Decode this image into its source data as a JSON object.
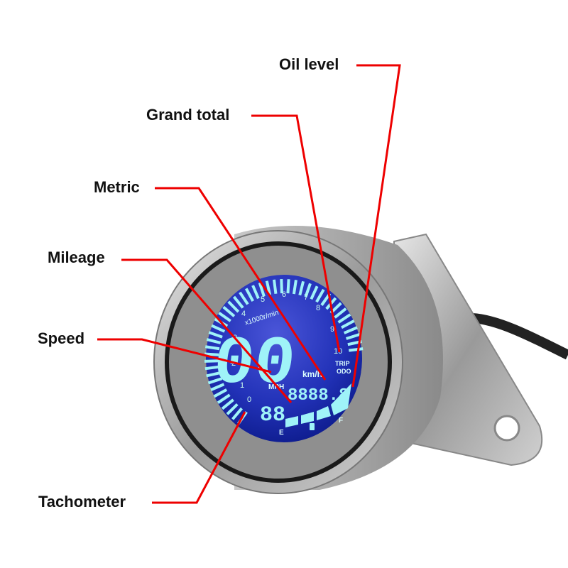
{
  "diagram": {
    "subject": "Digital motorcycle gauge",
    "callouts": [
      {
        "id": "oil-level",
        "label": "Oil level"
      },
      {
        "id": "grand-total",
        "label": "Grand total"
      },
      {
        "id": "metric",
        "label": "Metric"
      },
      {
        "id": "mileage",
        "label": "Mileage"
      },
      {
        "id": "speed",
        "label": "Speed"
      },
      {
        "id": "tachometer",
        "label": "Tachometer"
      }
    ],
    "callout_color": "#ee0000"
  },
  "gauge": {
    "tach_unit": "x1000r/min",
    "tach_ticks": [
      "0",
      "1",
      "2",
      "3",
      "4",
      "5",
      "6",
      "7",
      "8",
      "9",
      "10"
    ],
    "speed_value": "00",
    "speed_unit_metric": "km/h",
    "speed_unit_imperial": "MPH",
    "odometer_value": "8888.8",
    "lower_digits": "88",
    "trip_label": "TRIP",
    "odo_label": "ODO",
    "fuel_empty": "E",
    "fuel_full": "F",
    "lcd_color": "#1e2fb5",
    "segment_color": "#9ff3f8"
  }
}
